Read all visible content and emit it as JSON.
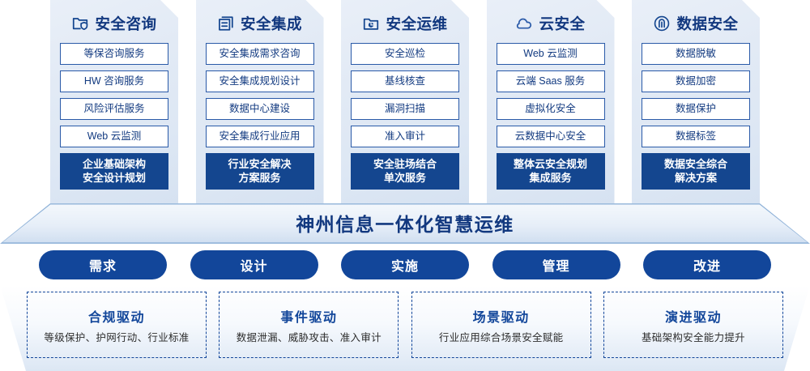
{
  "columns": [
    {
      "icon": "folder-shield-icon",
      "title": "安全咨询",
      "items": [
        "等保咨询服务",
        "HW 咨询服务",
        "风险评估服务",
        "Web 云监测"
      ],
      "footer": "企业基础架构\n安全设计规划"
    },
    {
      "icon": "documents-stack-icon",
      "title": "安全集成",
      "items": [
        "安全集成需求咨询",
        "安全集成规划设计",
        "数据中心建设",
        "安全集成行业应用"
      ],
      "footer": "行业安全解决\n方案服务"
    },
    {
      "icon": "folder-pie-icon",
      "title": "安全运维",
      "items": [
        "安全巡检",
        "基线核查",
        "漏洞扫描",
        "准入审计"
      ],
      "footer": "安全驻场结合\n单次服务"
    },
    {
      "icon": "cloud-icon",
      "title": "云安全",
      "items": [
        "Web 云监测",
        "云端 Saas 服务",
        "虚拟化安全",
        "云数据中心安全"
      ],
      "footer": "整体云安全规划\n集成服务"
    },
    {
      "icon": "fingerprint-icon",
      "title": "数据安全",
      "items": [
        "数据脱敏",
        "数据加密",
        "数据保护",
        "数据标签"
      ],
      "footer": "数据安全综合\n解决方案"
    }
  ],
  "banner": {
    "text": "神州信息一体化智慧运维"
  },
  "pills": [
    {
      "label": "需求"
    },
    {
      "label": "设计"
    },
    {
      "label": "实施"
    },
    {
      "label": "管理"
    },
    {
      "label": "改进"
    }
  ],
  "drivers": [
    {
      "title": "合规驱动",
      "subtitle": "等级保护、护网行动、行业标准"
    },
    {
      "title": "事件驱动",
      "subtitle": "数据泄漏、威胁攻击、准入审计"
    },
    {
      "title": "场景驱动",
      "subtitle": "行业应用综合场景安全赋能"
    },
    {
      "title": "演进驱动",
      "subtitle": "基础架构安全能力提升"
    }
  ],
  "colors": {
    "primary": "#12469a",
    "dark_blue": "#14468f",
    "title_blue": "#12387f",
    "card_bg_top": "#e9eff8",
    "card_bg_bottom": "#d6e2f1",
    "white": "#ffffff"
  }
}
